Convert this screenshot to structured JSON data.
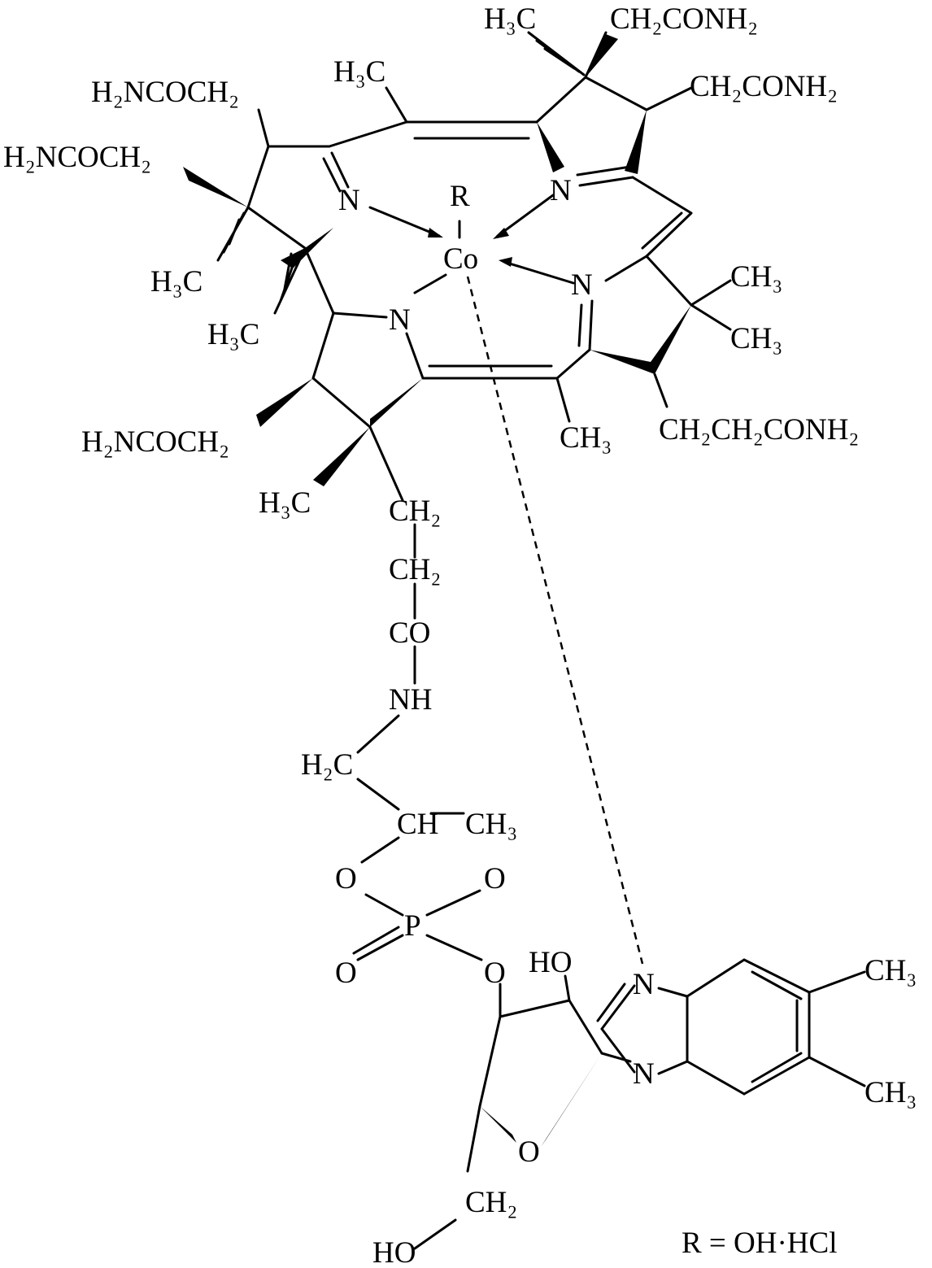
{
  "title": "Cobalamin structure (hydroxocobalamin hydrochloride)",
  "labels": {
    "top_h3c": "H₃C",
    "top_ch2conh2": "CH₂CONH₂",
    "h3c_bridge_top": "H₃C",
    "ch2conh2_right": "CH₂CONH₂",
    "h2ncoch2_a1": "H₂NCOCH₂",
    "h2ncoch2_a2": "H₂NCOCH₂",
    "r_label": "R",
    "n_a": "N",
    "n_b": "N",
    "co": "Co",
    "n_c": "N",
    "ch3_c1": "CH₃",
    "h3c_a": "H₃C",
    "ch3_c2": "CH₃",
    "n_d": "N",
    "h3c_d": "H₃C",
    "h2ncoch2_d": "H₂NCOCH₂",
    "ch3_bridge": "CH₃",
    "ch2ch2conh2": "CH₂CH₂CONH₂",
    "h3c_d2": "H₃C",
    "ch2_1": "CH₂",
    "ch2_2": "CH₂",
    "co_amide": "CO",
    "nh": "NH",
    "h2c": "H₂C",
    "ch": "CH",
    "ch3_iso": "CH₃",
    "o_p1": "O",
    "o_p2": "O",
    "p": "P",
    "o_p3": "O",
    "o_p4": "O",
    "ho_ribose": "HO",
    "n_bzim1": "N",
    "ch3_bz1": "CH₃",
    "n_bzim3": "N",
    "ch3_bz2": "CH₃",
    "o_ring": "O",
    "ch2_ribose": "CH₂",
    "r_def": "R = OH·HCl",
    "ho_end": "HO"
  }
}
